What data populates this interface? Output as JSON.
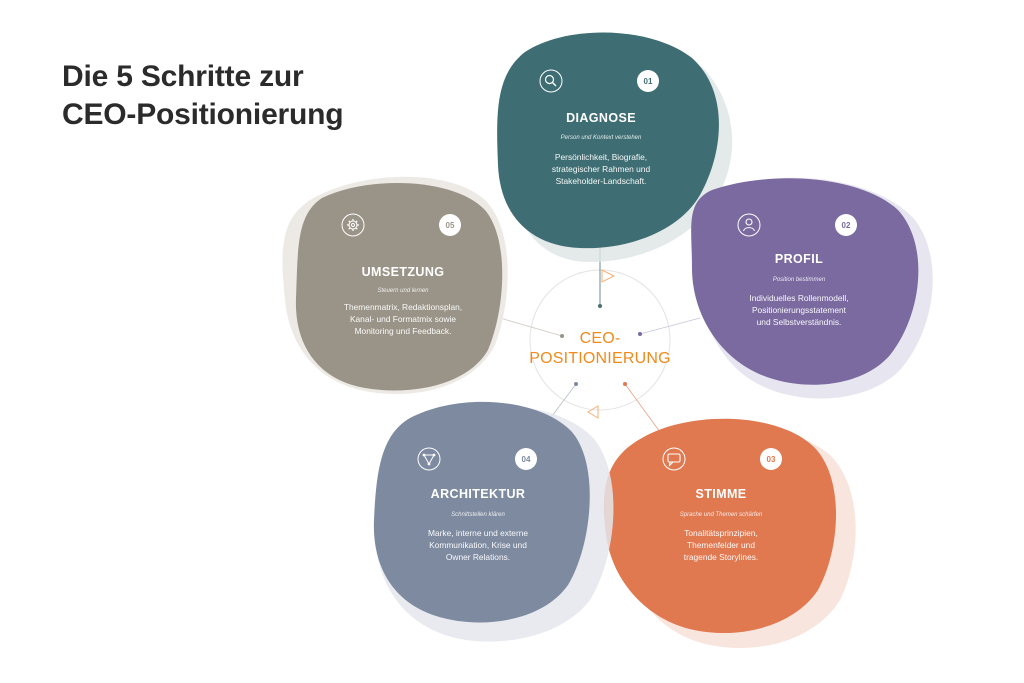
{
  "title": {
    "line1": "Die 5 Schritte zur",
    "line2": "CEO-Positionierung"
  },
  "center": {
    "line1": "CEO-",
    "line2": "POSITIONIERUNG",
    "color": "#f08a1c"
  },
  "steps": [
    {
      "key": "diagnose",
      "number": "01",
      "title": "DIAGNOSE",
      "subtitle": "Person und Kontext verstehen",
      "body": [
        "Persönlichkeit, Biografie,",
        "strategischer Rahmen und",
        "Stakeholder-Landschaft."
      ],
      "icon": "search-icon",
      "color": "#3e6e73"
    },
    {
      "key": "profil",
      "number": "02",
      "title": "PROFIL",
      "subtitle": "Position bestimmen",
      "body": [
        "Individuelles Rollenmodell,",
        "Positionierungsstatement",
        "und Selbstverständnis."
      ],
      "icon": "person-icon",
      "color": "#7a6aa0"
    },
    {
      "key": "stimme",
      "number": "03",
      "title": "STIMME",
      "subtitle": "Sprache und Themen schärfen",
      "body": [
        "Tonalitätsprinzipien,",
        "Themenfelder und",
        "tragende Storylines."
      ],
      "icon": "chat-icon",
      "color": "#e07850"
    },
    {
      "key": "architektur",
      "number": "04",
      "title": "ARCHITEKTUR",
      "subtitle": "Schnittstellen klären",
      "body": [
        "Marke, interne und externe",
        "Kommunikation, Krise und",
        "Owner Relations."
      ],
      "icon": "network-icon",
      "color": "#7d8aa0"
    },
    {
      "key": "umsetzung",
      "number": "05",
      "title": "UMSETZUNG",
      "subtitle": "Steuern und lernen",
      "body": [
        "Themenmatrix, Redaktionsplan,",
        "Kanal- und Formatmix sowie",
        "Monitoring und Feedback."
      ],
      "icon": "gear-icon",
      "color": "#9a9488"
    }
  ]
}
